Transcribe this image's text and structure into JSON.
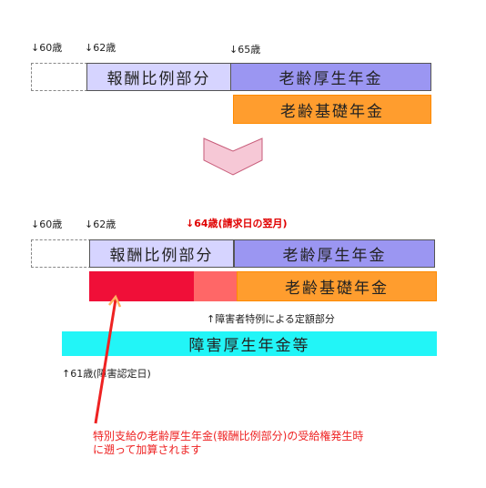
{
  "top": {
    "ages": {
      "a60": "↓60歳",
      "a62": "↓62歳",
      "a65": "↓65歳"
    },
    "hoshu_label": "報酬比例部分",
    "kosei_label": "老齢厚生年金",
    "kiso_label": "老齢基礎年金"
  },
  "bottom": {
    "ages": {
      "a60": "↓60歳",
      "a62": "↓62歳",
      "a64": "↓64歳(請求日の翌月)"
    },
    "hoshu_label": "報酬比例部分",
    "kosei_label": "老齢厚生年金",
    "kiso_label": "老齢基礎年金",
    "teigaku_note": "↑障害者特例による定額部分",
    "shogai_label": "障害厚生年金等",
    "a61_note": "↑61歳(障害認定日)",
    "footnote_line1": "特別支給の老齢厚生年金(報酬比例部分)の受給権発生時",
    "footnote_line2": "に遡って加算されます"
  },
  "colors": {
    "hoshu": "#d6d4ff",
    "kosei": "#9b96f2",
    "kiso": "#ff9d2e",
    "special_red": "#f00f38",
    "special_pink": "#ff6767",
    "shogai": "#22f5f7",
    "arrow_down": "#f6c8d6",
    "annotation_red": "#ee2222"
  }
}
